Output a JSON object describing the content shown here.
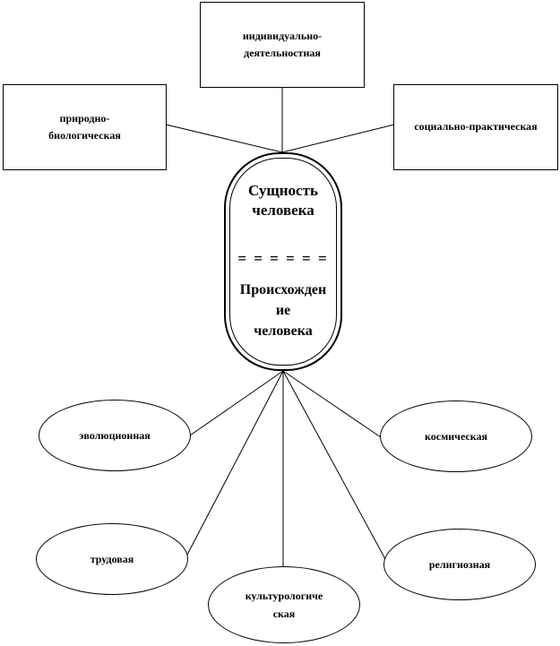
{
  "center": {
    "title": "Сущность человека",
    "divider": "= = = = = =",
    "subtitle_line1": "Происхожден",
    "subtitle_line2": "ие",
    "subtitle_line3": "человека"
  },
  "essence_types": {
    "individual": "индивидуально-деятельностная",
    "natural": "природно-биологическая",
    "social": "социально-практическая"
  },
  "origin_theories": {
    "evolutionary": "эволюционная",
    "cosmic": "космическая",
    "labor": "трудовая",
    "religious": "религиозная",
    "cultural": "культурологиче ская"
  }
}
